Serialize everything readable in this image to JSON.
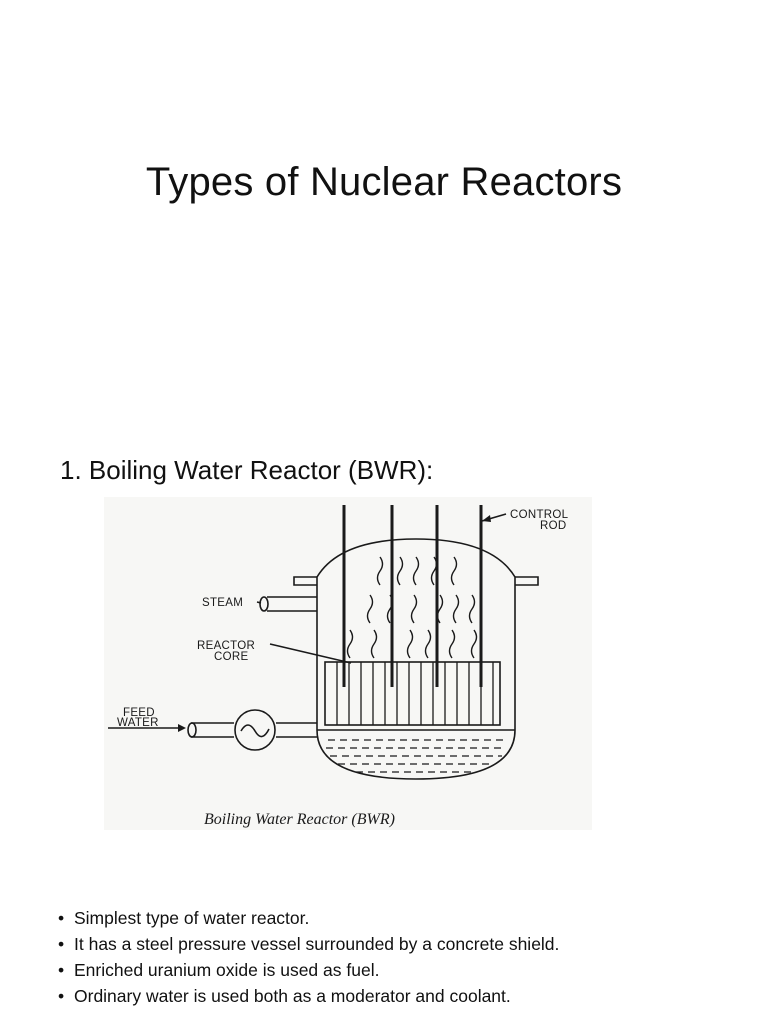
{
  "slide": {
    "title": "Types of Nuclear Reactors",
    "section_heading": "1. Boiling Water Reactor (BWR):"
  },
  "figure": {
    "labels": {
      "control_rod_line1": "CONTROL",
      "control_rod_line2": "ROD",
      "steam": "STEAM",
      "reactor_core_line1": "REACTOR",
      "reactor_core_line2": "CORE",
      "feed_water_line1": "FEED",
      "feed_water_line2": "WATER"
    },
    "caption": "Boiling Water Reactor (BWR)"
  },
  "bullets": [
    "Simplest type of water reactor.",
    "It has a steel pressure vessel surrounded by a concrete shield.",
    "Enriched uranium oxide is used as fuel.",
    "Ordinary water is used both as a moderator and coolant."
  ],
  "bullet_glyph": "•"
}
